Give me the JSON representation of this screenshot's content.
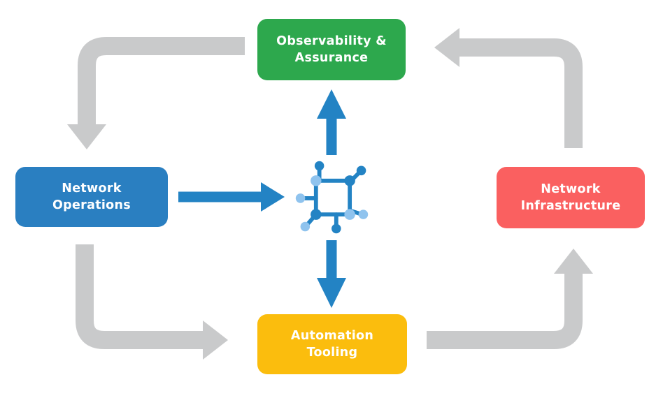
{
  "diagram": {
    "nodes": {
      "observability": {
        "label": "Observability &\nAssurance",
        "color": "#2DA84D"
      },
      "network_operations": {
        "label": "Network\nOperations",
        "color": "#2A7FC1"
      },
      "network_infrastructure": {
        "label": "Network\nInfrastructure",
        "color": "#FA6060"
      },
      "automation_tooling": {
        "label": "Automation\nTooling",
        "color": "#FBBD0D"
      }
    },
    "center_icon": {
      "name": "network-nodes-icon",
      "primary_color": "#2383C4",
      "secondary_color": "#8FC3EE"
    },
    "arrows": {
      "gray_color": "#C9CACB",
      "blue_color": "#2383C4",
      "flows": [
        "observability-assurance -> network-operations",
        "network-operations -> automation-tooling",
        "automation-tooling -> network-infrastructure",
        "network-infrastructure -> observability-assurance",
        "network-operations -> center-icon",
        "center-icon -> observability-assurance",
        "center-icon -> automation-tooling"
      ]
    }
  }
}
